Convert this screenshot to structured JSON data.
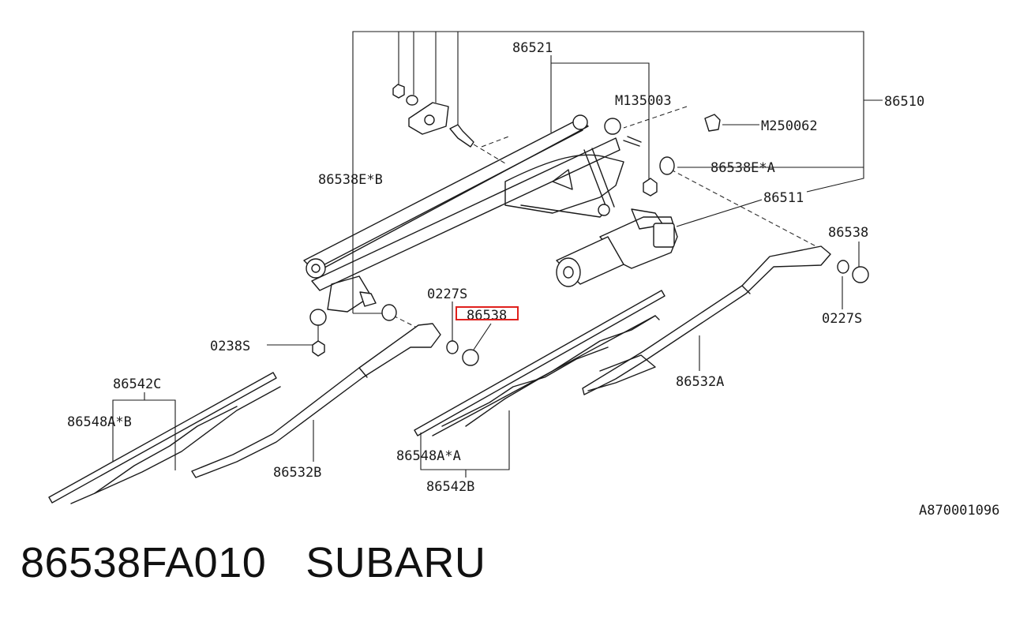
{
  "diagram": {
    "labels": {
      "p86521": "86521",
      "p86510": "86510",
      "pM135003": "M135003",
      "pM250062": "M250062",
      "p86538E_B": "86538E*B",
      "p86538E_A": "86538E*A",
      "p86511": "86511",
      "p86538_right": "86538",
      "p0227S_right": "0227S",
      "p0227S_center": "0227S",
      "p86538_center": "86538",
      "p0238S": "0238S",
      "p86542C": "86542C",
      "p86548A_B": "86548A*B",
      "p86532B": "86532B",
      "p86548A_A": "86548A*A",
      "p86542B": "86542B",
      "p86532A": "86532A",
      "drawing_id": "A870001096"
    },
    "highlighted_part": "86538",
    "highlight_color": "#e0201c"
  },
  "caption": {
    "part_number": "86538FA010",
    "brand": "SUBARU"
  }
}
